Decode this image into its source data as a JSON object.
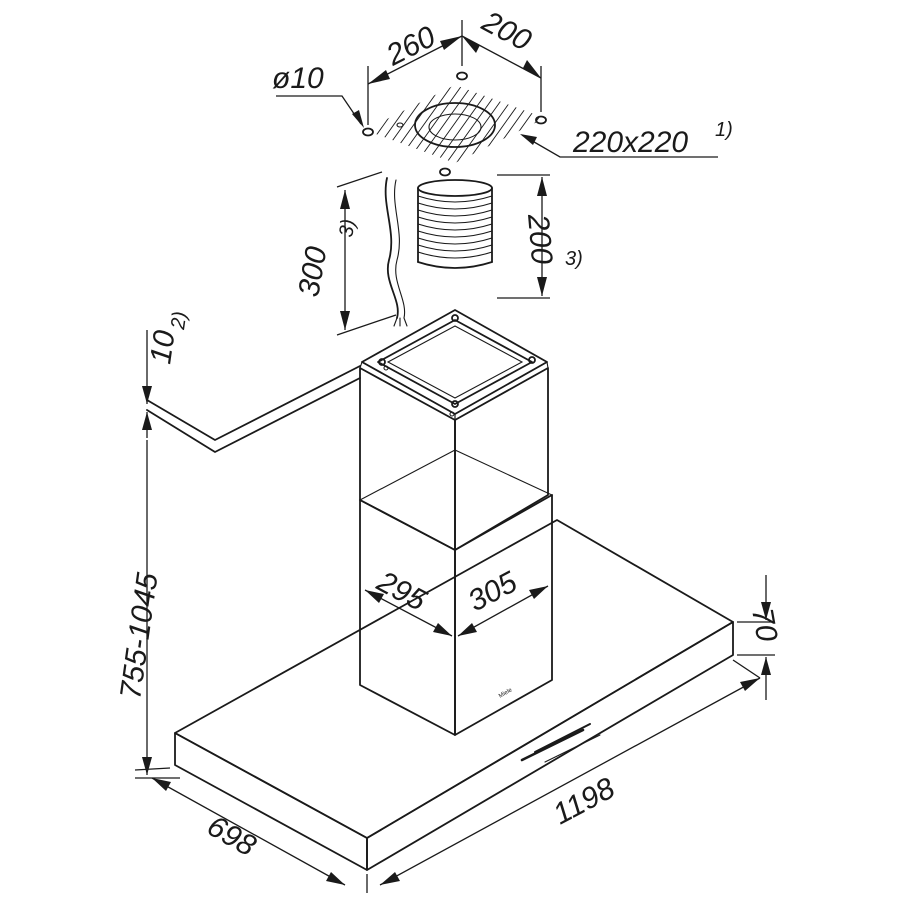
{
  "dimensions": {
    "hole_diameter": "ø10",
    "hole_spacing_a": "260",
    "hole_spacing_b": "200",
    "duct_size": "220x220",
    "duct_size_note": "1)",
    "cable_length": "300",
    "cable_length_note": "3)",
    "duct_length": "200",
    "duct_length_note": "3)",
    "clearance": "10",
    "clearance_note": "2)",
    "height_range": "755-1045",
    "chimney_depth": "295",
    "chimney_width": "305",
    "canopy_height": "70",
    "canopy_depth": "698",
    "canopy_width": "1198"
  },
  "brand_mark": "Miele"
}
